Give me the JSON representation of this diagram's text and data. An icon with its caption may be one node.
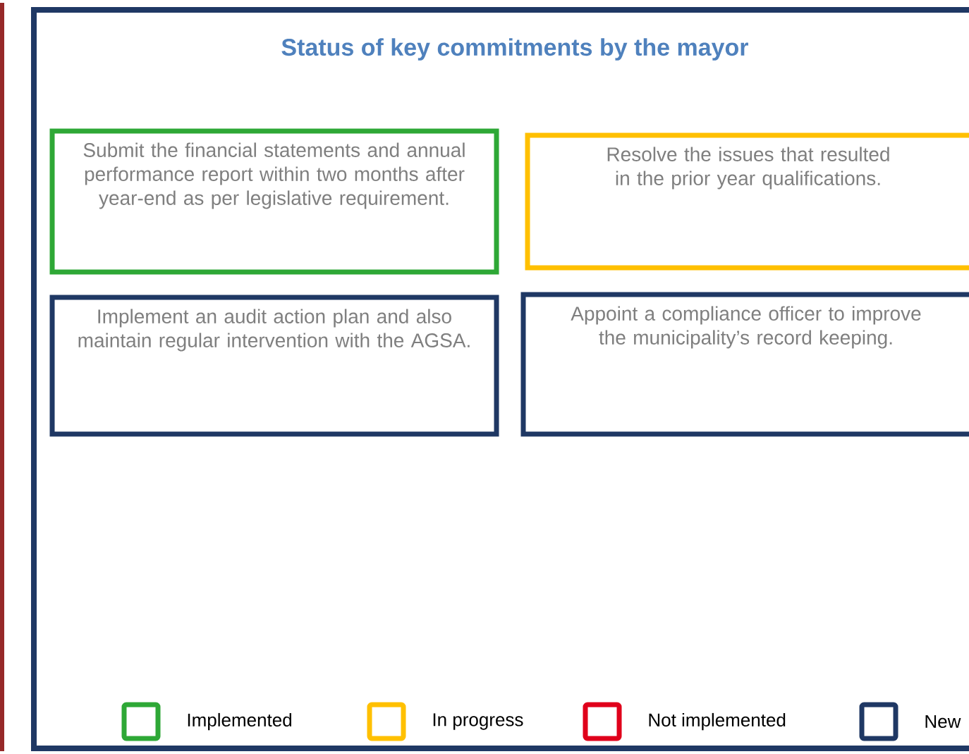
{
  "diagram": {
    "title": "Status of key commitments by the mayor",
    "nodes": [
      {
        "text": [
          "Submit the financial statements and annual performance report within two months after year-end as per legislative requirement."
        ]
      },
      {
        "text": [
          "Resolve the issues that resulted in the prior year qualifications."
        ]
      },
      {
        "text": [
          "Implement an audit action plan and also maintain regular intervention with the AGSA."
        ]
      },
      {
        "text": [
          "Appoint a compliance officer to improve the municipality’s record keeping."
        ]
      }
    ],
    "legend": [
      {
        "text": "Implemented",
        "color": "#2ea836"
      },
      {
        "text": "In progress",
        "color": "#ffc000"
      },
      {
        "text": "Not implemented",
        "color": "#e0001b"
      },
      {
        "text": "New",
        "color": "#1f3864"
      }
    ]
  }
}
